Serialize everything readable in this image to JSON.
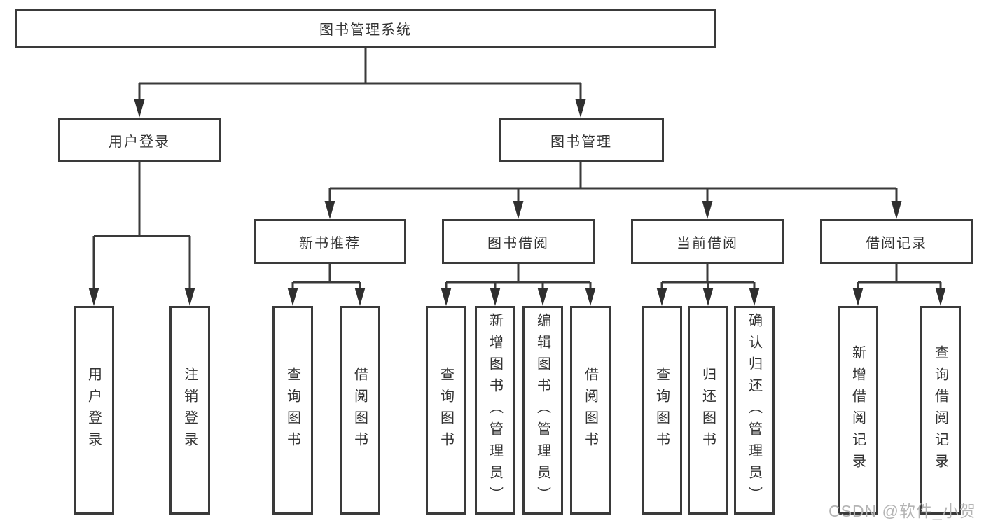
{
  "diagram": {
    "title": "图书管理系统",
    "nodes": {
      "root": "图书管理系统",
      "level2": [
        "用户登录",
        "图书管理"
      ],
      "level3": [
        "新书推荐",
        "图书借阅",
        "当前借阅",
        "借阅记录"
      ],
      "leaves": [
        "用户登录",
        "注销登录",
        "查询图书",
        "借阅图书",
        "查询图书",
        "新增图书（管理员）",
        "编辑图书（管理员）",
        "借阅图书",
        "查询图书",
        "归还图书",
        "确认归还（管理员）",
        "新增借阅记录",
        "查询借阅记录"
      ]
    },
    "edges": [
      "图书管理系统→用户登录",
      "图书管理系统→图书管理",
      "用户登录→用户登录",
      "用户登录→注销登录",
      "图书管理→新书推荐",
      "图书管理→图书借阅",
      "图书管理→当前借阅",
      "图书管理→借阅记录",
      "新书推荐→查询图书",
      "新书推荐→借阅图书",
      "图书借阅→查询图书",
      "图书借阅→新增图书（管理员）",
      "图书借阅→编辑图书（管理员）",
      "图书借阅→借阅图书",
      "当前借阅→查询图书",
      "当前借阅→归还图书",
      "当前借阅→确认归还（管理员）",
      "借阅记录→新增借阅记录",
      "借阅记录→查询借阅记录"
    ],
    "colors": {
      "line": "#3a3a3a",
      "box_border": "#3a3a3a",
      "box_fill": "#ffffff",
      "text": "#333333",
      "watermark": "#b4b4b4",
      "background": "#ffffff"
    }
  },
  "watermark": {
    "text": "CSDN @软件_小贺同学"
  }
}
